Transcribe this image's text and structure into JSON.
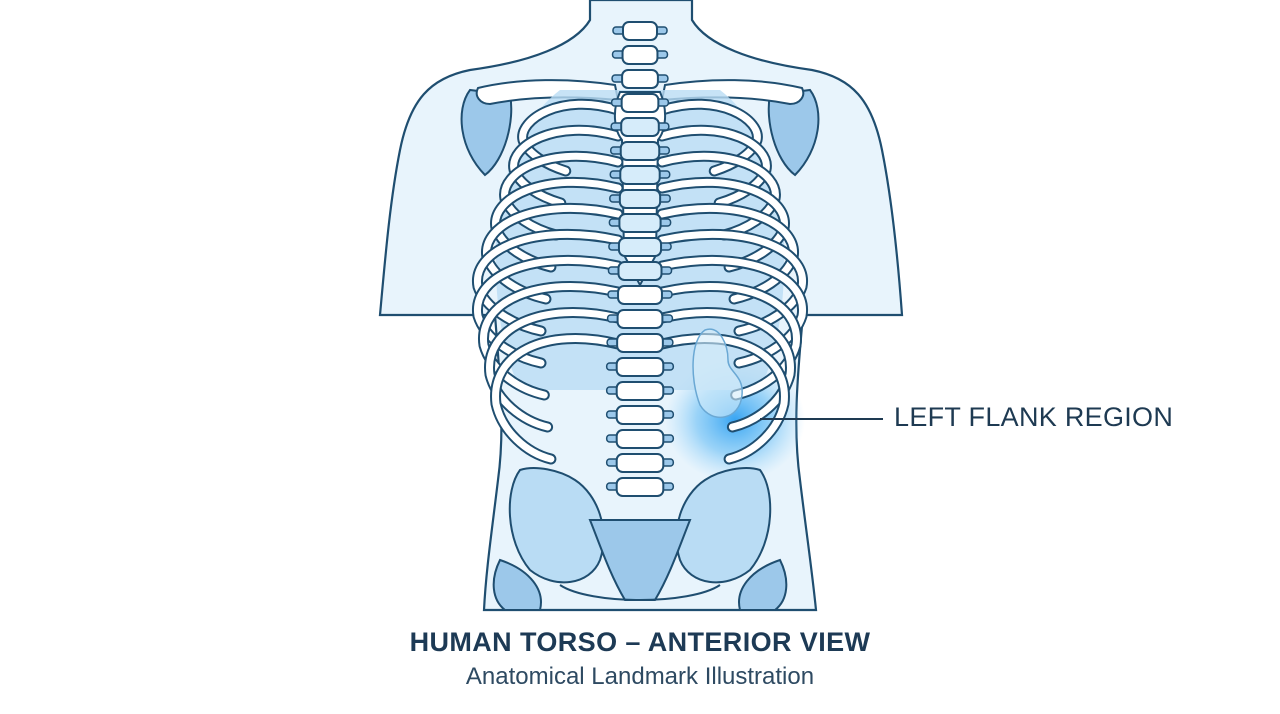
{
  "callout": {
    "label": "LEFT FLANK REGION"
  },
  "caption": {
    "title": "HUMAN TORSO – ANTERIOR VIEW",
    "subtitle": "Anatomical Landmark Illustration"
  },
  "colors": {
    "outline": "#1f4e70",
    "skin_fill": "#e8f4fc",
    "bone_fill": "#ffffff",
    "bone_shade": "#9cc8ea",
    "highlight": "#3aa8f0",
    "text": "#1e3a52"
  }
}
